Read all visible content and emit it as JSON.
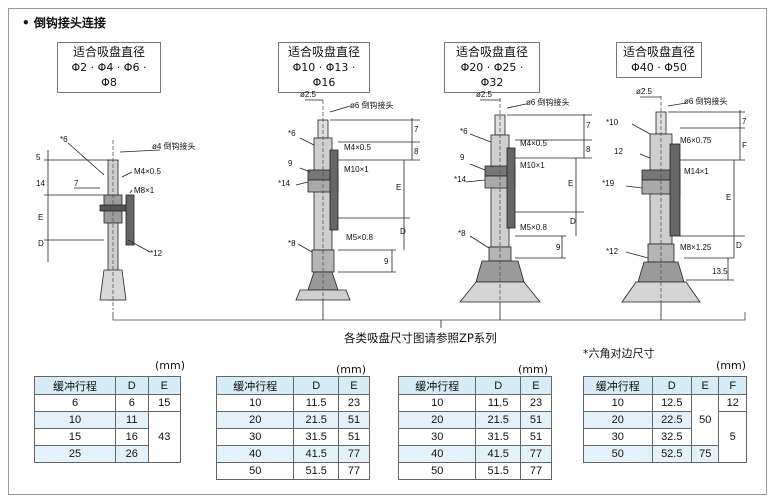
{
  "heading": "• 倒钩接头连接",
  "suit_boxes": [
    {
      "title": "适合吸盘直径",
      "sizes": "Φ2 · Φ4 · Φ6 · Φ8"
    },
    {
      "title": "适合吸盘直径",
      "sizes": "Φ10 · Φ13 · Φ16"
    },
    {
      "title": "适合吸盘直径",
      "sizes": "Φ20 · Φ25 · Φ32"
    },
    {
      "title": "适合吸盘直径",
      "sizes": "Φ40 · Φ50"
    }
  ],
  "diagram_labels": {
    "d1": {
      "barb": "ø4 倒钩接头",
      "m4": "M4×0.5",
      "m8": "M8×1",
      "s6": "*6",
      "s7": "7",
      "s12": "*12",
      "d5": "5",
      "d14": "14",
      "e": "E",
      "d": "D"
    },
    "d2": {
      "phi": "ø2.5",
      "barb": "ø6 倒钩接头",
      "m4": "M4×0.5",
      "m10": "M10×1",
      "m5": "M5×0.8",
      "s6": "*6",
      "s9": "9",
      "s14": "*14",
      "s8": "*8",
      "d7": "7",
      "d8": "8",
      "e": "E",
      "d": "D",
      "d9": "9"
    },
    "d3": {
      "phi": "ø2.5",
      "barb": "ø6 倒钩接头",
      "m4": "M4×0.5",
      "m10": "M10×1",
      "m5": "M5×0.8",
      "s6": "*6",
      "s9": "9",
      "s14": "*14",
      "s8": "*8",
      "d7": "7",
      "d8": "8",
      "e": "E",
      "d": "D",
      "d9": "9"
    },
    "d4": {
      "phi": "ø2.5",
      "barb": "ø6 倒钩接头",
      "m6": "M6×0.75",
      "m14": "M14×1",
      "m8": "M8×1.25",
      "s10": "*10",
      "s12a": "12",
      "s19": "*19",
      "s12": "*12",
      "d7": "7",
      "f": "F",
      "e": "E",
      "d": "D",
      "d135": "13.5"
    }
  },
  "ref_note": "各类吸盘尺寸图请参照ZP系列",
  "hex_note": "*六角对边尺寸",
  "unit": "(mm)",
  "table1": {
    "headers": [
      "缓冲行程",
      "D",
      "E"
    ],
    "rows": [
      [
        "6",
        "6",
        "15"
      ],
      [
        "10",
        "11",
        ""
      ],
      [
        "15",
        "16",
        "43"
      ],
      [
        "25",
        "26",
        ""
      ]
    ]
  },
  "table2": {
    "headers": [
      "缓冲行程",
      "D",
      "E"
    ],
    "rows": [
      [
        "10",
        "11.5",
        "23"
      ],
      [
        "20",
        "21.5",
        "51"
      ],
      [
        "30",
        "31.5",
        "51"
      ],
      [
        "40",
        "41.5",
        "77"
      ],
      [
        "50",
        "51.5",
        "77"
      ]
    ]
  },
  "table3": {
    "headers": [
      "缓冲行程",
      "D",
      "E"
    ],
    "rows": [
      [
        "10",
        "11.5",
        "23"
      ],
      [
        "20",
        "21.5",
        "51"
      ],
      [
        "30",
        "31.5",
        "51"
      ],
      [
        "40",
        "41.5",
        "77"
      ],
      [
        "50",
        "51.5",
        "77"
      ]
    ]
  },
  "table4": {
    "headers": [
      "缓冲行程",
      "D",
      "E",
      "F"
    ],
    "rows": [
      [
        "10",
        "12.5",
        "",
        "12"
      ],
      [
        "20",
        "22.5",
        "50",
        ""
      ],
      [
        "30",
        "32.5",
        "",
        "5"
      ],
      [
        "50",
        "52.5",
        "75",
        ""
      ]
    ]
  }
}
